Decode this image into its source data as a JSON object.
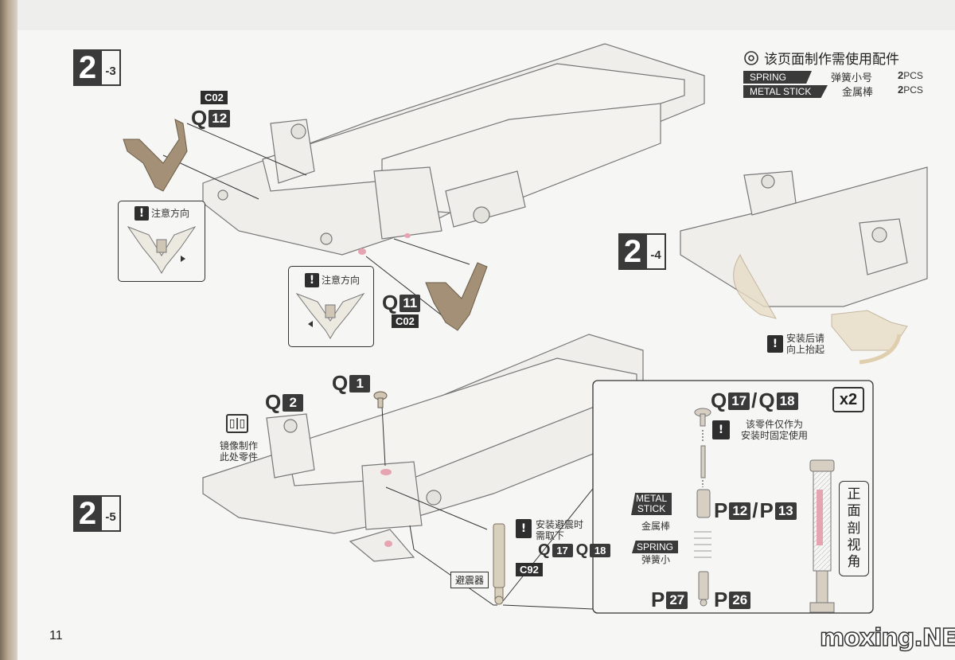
{
  "page_number": "11",
  "watermark": "moxing.NET",
  "parts_list": {
    "title": "该页面制作需使用配件",
    "items": [
      {
        "tag": "SPRING",
        "name": "弹簧小号",
        "qty": "2",
        "unit": "PCS"
      },
      {
        "tag": "METAL STICK",
        "name": "金属棒",
        "qty": "2",
        "unit": "PCS"
      }
    ]
  },
  "steps": {
    "s23": {
      "main": "2",
      "sub": "-3"
    },
    "s24": {
      "main": "2",
      "sub": "-4"
    },
    "s25": {
      "main": "2",
      "sub": "-5"
    }
  },
  "step23": {
    "code_top": "C02",
    "part_top": {
      "letter": "Q",
      "num": "12"
    },
    "part_bottom": {
      "letter": "Q",
      "num": "11"
    },
    "code_bottom": "C02",
    "note1": "注意方向",
    "note2": "注意方向"
  },
  "step24": {
    "note": "安装后请\n向上抬起"
  },
  "step25": {
    "part_q1": {
      "letter": "Q",
      "num": "1"
    },
    "part_q2": {
      "letter": "Q",
      "num": "2"
    },
    "mirror_note": "镜像制作\n此处零件",
    "shock_note": "安装避震时\n需取下",
    "shock_parts": [
      {
        "letter": "Q",
        "num": "17"
      },
      {
        "letter": "Q",
        "num": "18"
      }
    ],
    "code_c92": "C92",
    "shock_label": "避震器"
  },
  "detail": {
    "parts_top": [
      {
        "letter": "Q",
        "num": "17"
      },
      {
        "letter": "Q",
        "num": "18"
      }
    ],
    "multiplier": "x2",
    "warn_note": "该零件仅作为\n安装时固定使用",
    "metal_stick_tag": "METAL\nSTICK",
    "metal_stick_name": "金属棒",
    "parts_mid": [
      {
        "letter": "P",
        "num": "12"
      },
      {
        "letter": "P",
        "num": "13"
      }
    ],
    "spring_tag": "SPRING",
    "spring_name": "弹簧小",
    "part_p27": {
      "letter": "P",
      "num": "27"
    },
    "part_p26": {
      "letter": "P",
      "num": "26"
    },
    "section_label": "正面剖视角"
  },
  "colors": {
    "badge": "#3a3a3a",
    "part_beige": "#efeeea",
    "brown_arm": "#a39077",
    "pink_mark": "#e6a3b0"
  }
}
